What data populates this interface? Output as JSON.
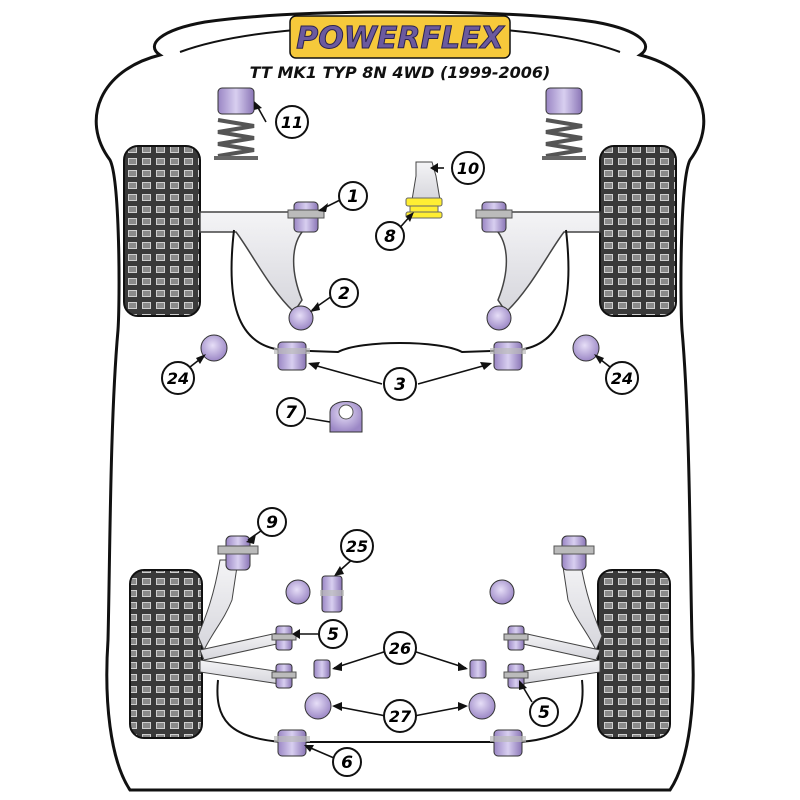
{
  "brand": {
    "logo_text": "POWERFLEX",
    "logo_fill": "#6b5a9e",
    "logo_bg": "#f6c93b"
  },
  "diagram": {
    "title": "TT MK1 TYP 8N 4WD (1999-2006)"
  },
  "colors": {
    "bush": "#c9bde3",
    "bush_dark": "#7f6aa8",
    "arm": "#e9e9ee",
    "tyre": "#3d3d3d",
    "line": "#111111",
    "yellow": "#ffee33"
  },
  "callouts": [
    {
      "id": "c1",
      "label": "1"
    },
    {
      "id": "c2",
      "label": "2"
    },
    {
      "id": "c3",
      "label": "3"
    },
    {
      "id": "c5a",
      "label": "5"
    },
    {
      "id": "c5b",
      "label": "5"
    },
    {
      "id": "c6",
      "label": "6"
    },
    {
      "id": "c7",
      "label": "7"
    },
    {
      "id": "c8",
      "label": "8"
    },
    {
      "id": "c9",
      "label": "9"
    },
    {
      "id": "c10",
      "label": "10"
    },
    {
      "id": "c11",
      "label": "11"
    },
    {
      "id": "c24a",
      "label": "24"
    },
    {
      "id": "c24b",
      "label": "24"
    },
    {
      "id": "c25",
      "label": "25"
    },
    {
      "id": "c26",
      "label": "26"
    },
    {
      "id": "c27",
      "label": "27"
    }
  ]
}
